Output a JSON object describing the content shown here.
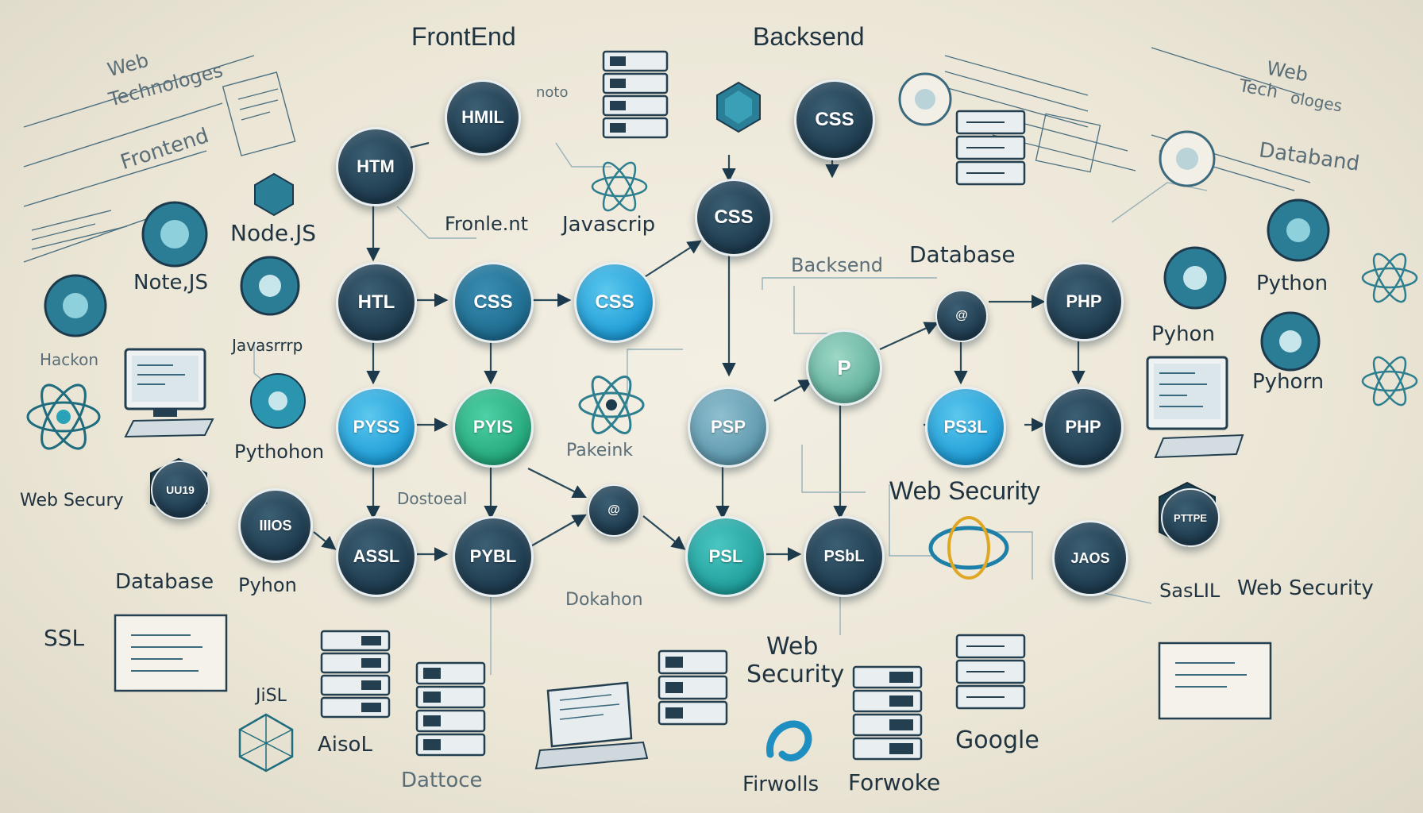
{
  "colors": {
    "navy": "#1d3a4d",
    "blue": "#1e9cd6",
    "teal": "#1f9e9b",
    "green": "#23a87b",
    "ink": "#1f3340",
    "paper": "#efeadd"
  },
  "headings": {
    "frontend": "FrontEnd",
    "backend": "Backsend",
    "web_tech_left_1": "Web",
    "web_tech_left_2": "Technologes",
    "frontend_left": "Frontend",
    "web_tech_right_1": "Web",
    "web_tech_right_2": "Tech",
    "web_tech_right_3": "ologes"
  },
  "labels": {
    "nodejs_1": "Node.JS",
    "nodejs_2": "Note,JS",
    "hackon": "Hackon",
    "javascript_left": "Javasrrrp",
    "python_left": "Pythohon",
    "web_security_left": "Web Secury",
    "database_left": "Database",
    "pyhon_left": "Pyhon",
    "ssl": "SSL",
    "jisl": "JiSL",
    "aisol": "AisoL",
    "frontend_mid": "Fronle.nt",
    "javascript_mid": "Javascrip",
    "backsend_mid": "Backsend",
    "database_mid": "Database",
    "pakeink": "Pakeink",
    "dostoeal": "Dostoeal",
    "dokahon": "Dokahon",
    "web_security_mid": "Web Security",
    "web_security_bottom_1": "Web",
    "web_security_bottom_2": "Security",
    "dattoce": "Dattoce",
    "firwolls": "Firwolls",
    "forwoke": "Forwoke",
    "google": "Google",
    "databand": "Databand",
    "python_right": "Python",
    "pyhon_right": "Pyhon",
    "pyhorn_right": "Pyhorn",
    "sasll": "SasLIL",
    "web_security_right": "Web Security",
    "noto": "noto"
  },
  "nodes": {
    "hmil": "HMIL",
    "htm_top": "HTM",
    "css_top": "CSS",
    "css_upper": "CSS",
    "htl": "HTL",
    "css_a": "CSS",
    "css_b": "CSS",
    "p": "P",
    "php_upper": "PHP",
    "pyss": "PYSS",
    "pyis": "PYIS",
    "psp": "PSP",
    "psbl": "PS3L",
    "php_lower": "PHP",
    "assl": "ASSL",
    "pybl": "PYBL",
    "psl": "PSL",
    "psbl2": "PSbL",
    "jaos": "JAOS",
    "ilios": "IIIOS",
    "uug": "UU19",
    "ptpe": "PTTPE"
  }
}
